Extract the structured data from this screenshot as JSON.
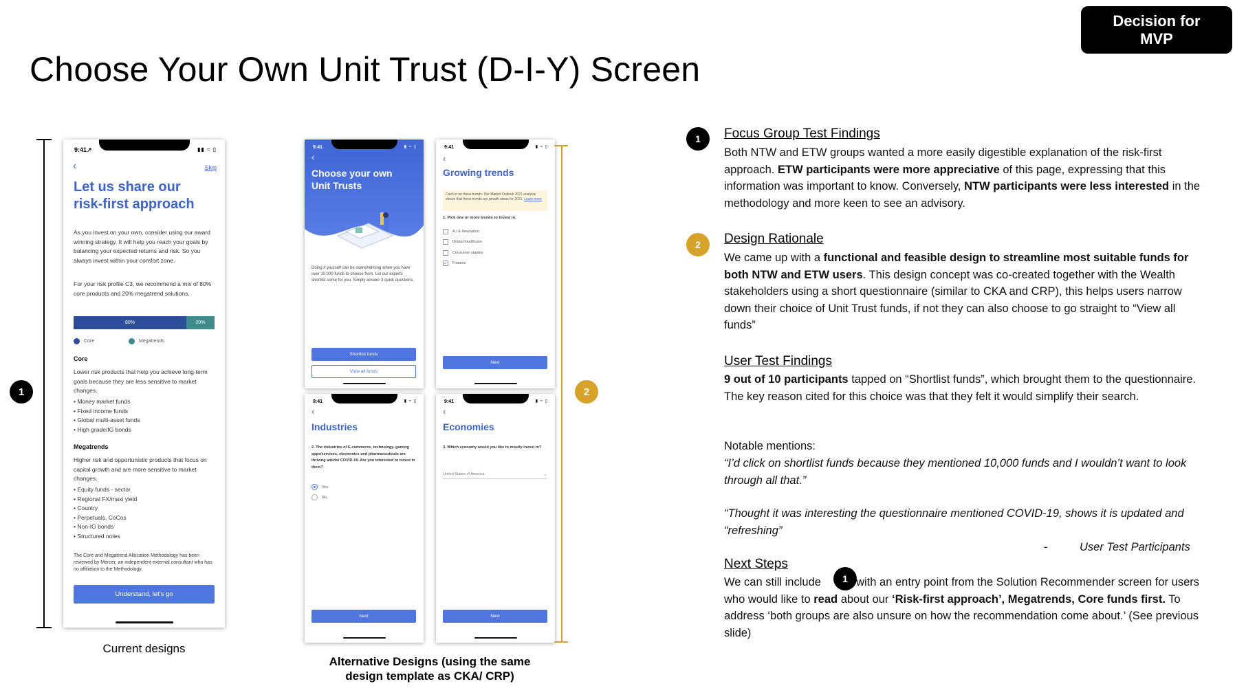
{
  "badge": {
    "line1": "Decision for",
    "line2": "MVP"
  },
  "title": "Choose Your Own Unit Trust (D-I-Y) Screen",
  "markers": {
    "one": "1",
    "two": "2"
  },
  "current_phone": {
    "time": "9:41",
    "skip": "Skip",
    "heading_line1": "Let us share our",
    "heading_line2": "risk-first approach",
    "intro": "As you invest on your own, consider using our award winning strategy. It will help you reach your goals by balancing your expected returns and risk. So you always invest within your comfort zone.",
    "profile_text": "For your risk profile C3, we recommend a mix of 80% core products and 20% megatrend solutions.",
    "bar_core_label": "80%",
    "bar_mega_label": "20%",
    "allocation": {
      "core": 0.8,
      "megatrends": 0.2
    },
    "legend_core": "Core",
    "legend_mega": "Megatrends",
    "core_heading": "Core",
    "core_desc": "Lower risk products that help you achieve long-term goals because they are less sensitive to market changes.",
    "core_items": [
      "Money market funds",
      "Fixed income funds",
      "Global multi-asset funds",
      "High grade/IG bonds"
    ],
    "mega_heading": "Megatrends",
    "mega_desc": "Higher risk and opportunistic products that focus on capital growth and are more sensitive to market changes.",
    "mega_items": [
      "Equity funds - sector",
      "Regional FX/maxi yield",
      "Country",
      "Perpetuals, CoCos",
      "Non-IG bonds",
      "Structured notes"
    ],
    "footnote": "The Core and Megatrend Allocation Methodology has been reviewed by Mercer, an independent external consultant who has no affiliation to the Methodology.",
    "cta": "Understand, let's go",
    "colors": {
      "core": "#2c4e9a",
      "megatrends": "#3f8a8a",
      "accent": "#3e63c9"
    }
  },
  "alt_choose": {
    "time": "9:41",
    "heading_line1": "Choose your own",
    "heading_line2": "Unit Trusts",
    "body": "Doing it yourself can be overwhelming when you have over 10,000 funds to choose from. Let our experts shortlist some for you. Simply answer 3 quick questions.",
    "primary": "Shortlist funds",
    "secondary": "View all funds"
  },
  "alt_trends": {
    "time": "9:41",
    "heading": "Growing trends",
    "note": "Cash in on these trends: Our Market Outlook 2021 analysis shows that these trends are growth areas for 2021.",
    "note_link": "Learn more",
    "question": "1. Pick one or more trends to invest in.",
    "options": [
      "A.I & Innovation",
      "Global healthcare",
      "Consumer staples",
      "Finance"
    ],
    "checked": "Finance",
    "next": "Next"
  },
  "alt_industries": {
    "time": "9:41",
    "heading": "Industries",
    "question": "2. The industries of E-commerce, technology, gaming apps/services, electronics and pharmaceuticals are thriving amidst COVID-19. Are you interested to invest in them?",
    "options": [
      "Yes",
      "No"
    ],
    "selected": "Yes",
    "next": "Next"
  },
  "alt_economies": {
    "time": "9:41",
    "heading": "Economies",
    "question": "3. Which economy would you like to mostly invest in?",
    "select_value": "United States of America",
    "next": "Next"
  },
  "captions": {
    "current": "Current designs",
    "alt_line1": "Alternative Designs (using the same",
    "alt_line2": "design template as CKA/ CRP)"
  },
  "findings": {
    "focus_heading": "Focus Group Test Findings",
    "design_heading": "Design Rationale",
    "user_heading": "User Test Findings",
    "notable": "Notable mentions:",
    "quote1": "“I’d click on shortlist funds because they mentioned 10,000 funds and I wouldn’t want to look through all that.”",
    "quote2": "“Thought it was interesting the questionnaire mentioned COVID-19, shows it is updated and “refreshing”",
    "attribution_dash": "-",
    "attribution": "User Test Participants",
    "next_heading": "Next Steps"
  },
  "colors": {
    "gold": "#d7a22a",
    "black": "#000000"
  }
}
